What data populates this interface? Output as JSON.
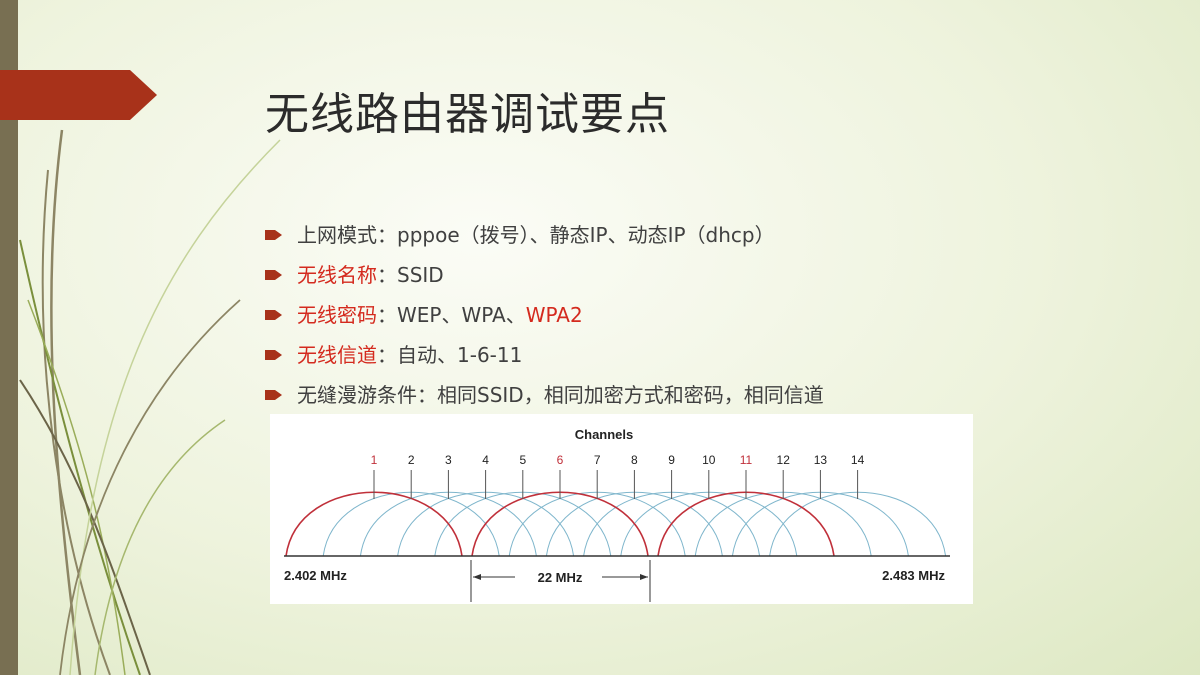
{
  "slide": {
    "title": "无线路由器调试要点",
    "bullets": [
      {
        "parts": [
          {
            "text": "上网模式：",
            "red": false
          },
          {
            "text": "pppoe（拨号）、静态IP、动态IP（dhcp）",
            "red": false
          }
        ]
      },
      {
        "parts": [
          {
            "text": "无线名称",
            "red": true
          },
          {
            "text": "：SSID",
            "red": false
          }
        ]
      },
      {
        "parts": [
          {
            "text": "无线密码",
            "red": true
          },
          {
            "text": "：WEP、WPA、",
            "red": false
          },
          {
            "text": "WPA2",
            "red": true
          }
        ]
      },
      {
        "parts": [
          {
            "text": "无线信道",
            "red": true
          },
          {
            "text": "：自动、1-6-11",
            "red": false
          }
        ]
      },
      {
        "parts": [
          {
            "text": "无缝漫游条件：相同SSID，相同加密方式和密码，相同信道",
            "red": false
          }
        ]
      }
    ]
  },
  "diagram": {
    "title": "Channels",
    "channels": [
      "1",
      "2",
      "3",
      "4",
      "5",
      "6",
      "7",
      "8",
      "9",
      "10",
      "11",
      "12",
      "13",
      "14"
    ],
    "highlighted": [
      "1",
      "6",
      "11"
    ],
    "left_freq": "2.402 MHz",
    "right_freq": "2.483 MHz",
    "width_label": "22 MHz",
    "colors": {
      "highlight": "#c0303a",
      "normal": "#7fb6cc",
      "axis": "#333333"
    }
  },
  "icons": {
    "bullet": "arrow-bullet-icon"
  },
  "theme": {
    "accent": "#a8321a",
    "sidebar": "#786f52",
    "text_red": "#d42a1e"
  }
}
